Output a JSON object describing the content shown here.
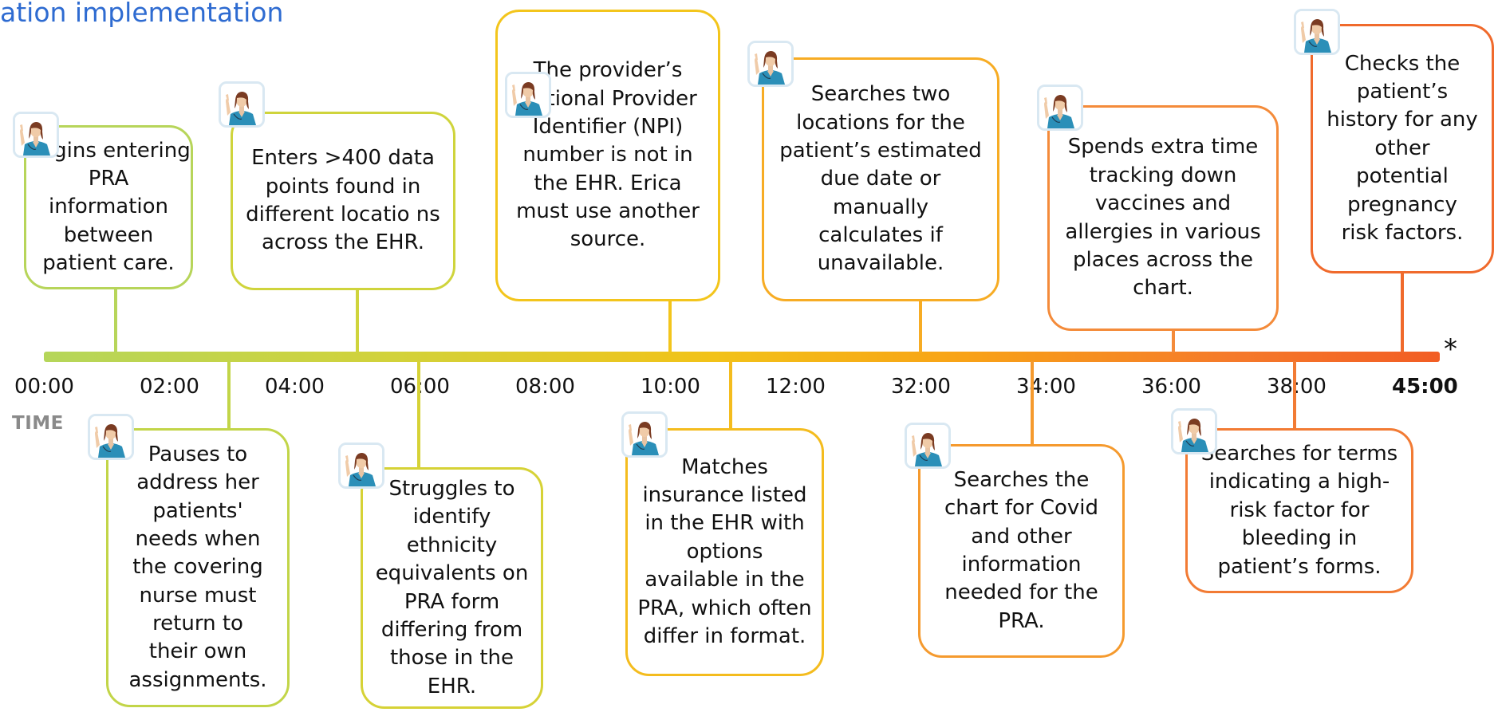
{
  "title": "ation implementation",
  "axis_end_mark": "*",
  "time_label": "TIME",
  "timeline": {
    "ticks": [
      "00:00",
      "02:00",
      "04:00",
      "06:00",
      "08:00",
      "10:00",
      "12:00",
      "32:00",
      "34:00",
      "36:00",
      "38:00",
      "45:00"
    ]
  },
  "steps": [
    {
      "text": "Begins entering PRA information between patient care."
    },
    {
      "text": "Pauses to address her patients' needs when the covering nurse must return to their own assignments."
    },
    {
      "text": "Enters >400 data points found in different locatio ns across the EHR."
    },
    {
      "text": "Struggles to identify ethnicity equivalents on PRA form differing from those in the EHR."
    },
    {
      "text": "The provider’s National Provider Identifier (NPI) number is not in the EHR. Erica must use another source."
    },
    {
      "text": "Matches insurance listed in the EHR with options available in the PRA, which often differ in format."
    },
    {
      "text": "Searches two locations for the patient’s estimated due date or manually calculates if unavailable."
    },
    {
      "text": "Searches the chart for Covid and other information needed for the PRA."
    },
    {
      "text": "Spends extra time tracking down vaccines and allergies in various places across the chart."
    },
    {
      "text": "Searches for terms indicating a high-risk factor for bleeding  in patient’s forms."
    },
    {
      "text": "Checks the patient’s history for any other potential pregnancy risk factors."
    }
  ],
  "colors": {
    "title": "#2e6bd1",
    "green": "#b7d55a",
    "yellow_green": "#d4d63c",
    "yellow": "#f3c51c",
    "amber": "#f7ac24",
    "orange": "#f48b3a",
    "deep_orange": "#f06a2c"
  },
  "icons": {
    "avatar": "nurse-avatar-icon"
  }
}
